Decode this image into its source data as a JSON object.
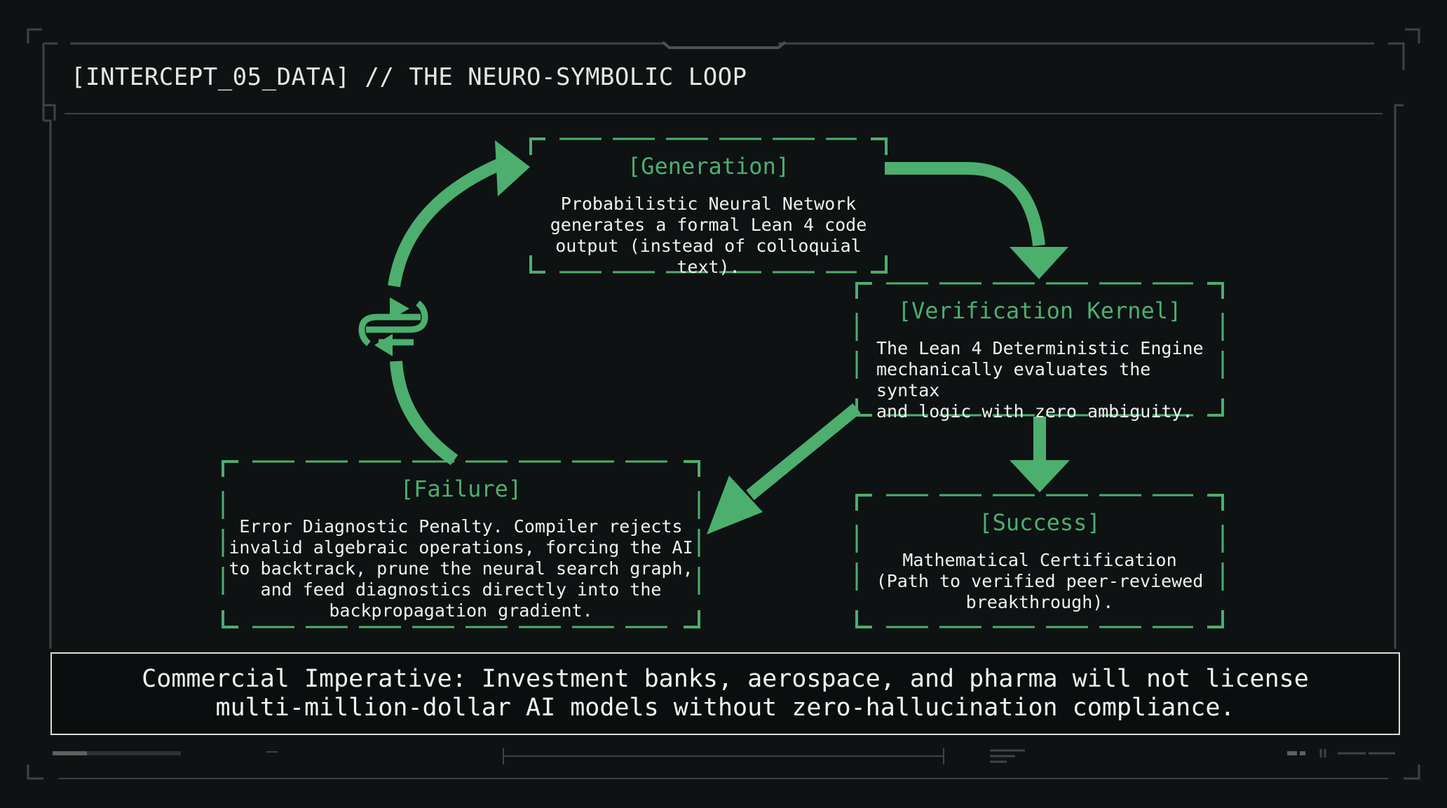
{
  "header": {
    "title": "[INTERCEPT_05_DATA] // THE NEURO-SYMBOLIC LOOP"
  },
  "nodes": {
    "generation": {
      "heading": "[Generation]",
      "body": "Probabilistic Neural Network\ngenerates a formal Lean 4 code\noutput (instead of colloquial text)."
    },
    "verification": {
      "heading": "[Verification Kernel]",
      "body": "The Lean 4 Deterministic Engine\nmechanically evaluates the syntax\nand logic with zero ambiguity."
    },
    "failure": {
      "heading": "[Failure]",
      "body": "Error Diagnostic Penalty. Compiler rejects\ninvalid algebraic operations, forcing the AI\nto backtrack, prune the neural search graph,\nand feed diagnostics directly into the\nbackpropagation gradient."
    },
    "success": {
      "heading": "[Success]",
      "body": "Mathematical Certification\n(Path to verified peer-reviewed\nbreakthrough)."
    }
  },
  "footer": {
    "imperative": "Commercial Imperative: Investment banks, aerospace, and pharma will not license\nmulti-million-dollar AI models without zero-hallucination compliance."
  },
  "colors": {
    "accent": "#4caf6e",
    "background": "#0e1213",
    "frame": "#3c4446",
    "text": "#eef3f0"
  },
  "icons": {
    "cycle": "refresh-cycle-icon"
  }
}
